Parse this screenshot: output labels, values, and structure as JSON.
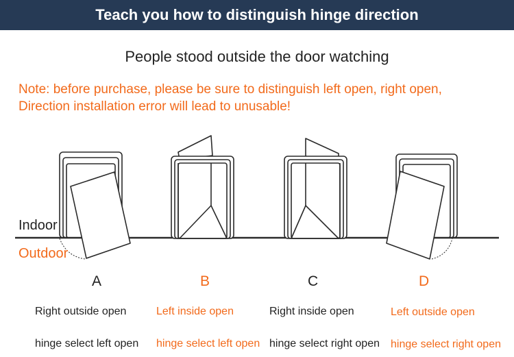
{
  "header": {
    "title": "Teach you how to distinguish hinge direction"
  },
  "subtitle": "People stood outside the door watching",
  "note": {
    "line1": "Note: before purchase, please be sure to distinguish left open, right open,",
    "line2": "Direction installation error will lead to unusable!"
  },
  "sides": {
    "indoor": "Indoor",
    "outdoor": "Outdoor"
  },
  "colors": {
    "banner": "#263a55",
    "accent": "#f26a1b",
    "text": "#222222"
  },
  "doors": [
    {
      "letter": "A",
      "swing": "Right outside open",
      "hinge": "hinge select left open",
      "highlight": false
    },
    {
      "letter": "B",
      "swing": "Left inside open",
      "hinge": "hinge select left open",
      "highlight": true
    },
    {
      "letter": "C",
      "swing": "Right inside open",
      "hinge": "hinge select right open",
      "highlight": false
    },
    {
      "letter": "D",
      "swing": "Left outside open",
      "hinge": "hinge select right open",
      "highlight": true
    }
  ]
}
